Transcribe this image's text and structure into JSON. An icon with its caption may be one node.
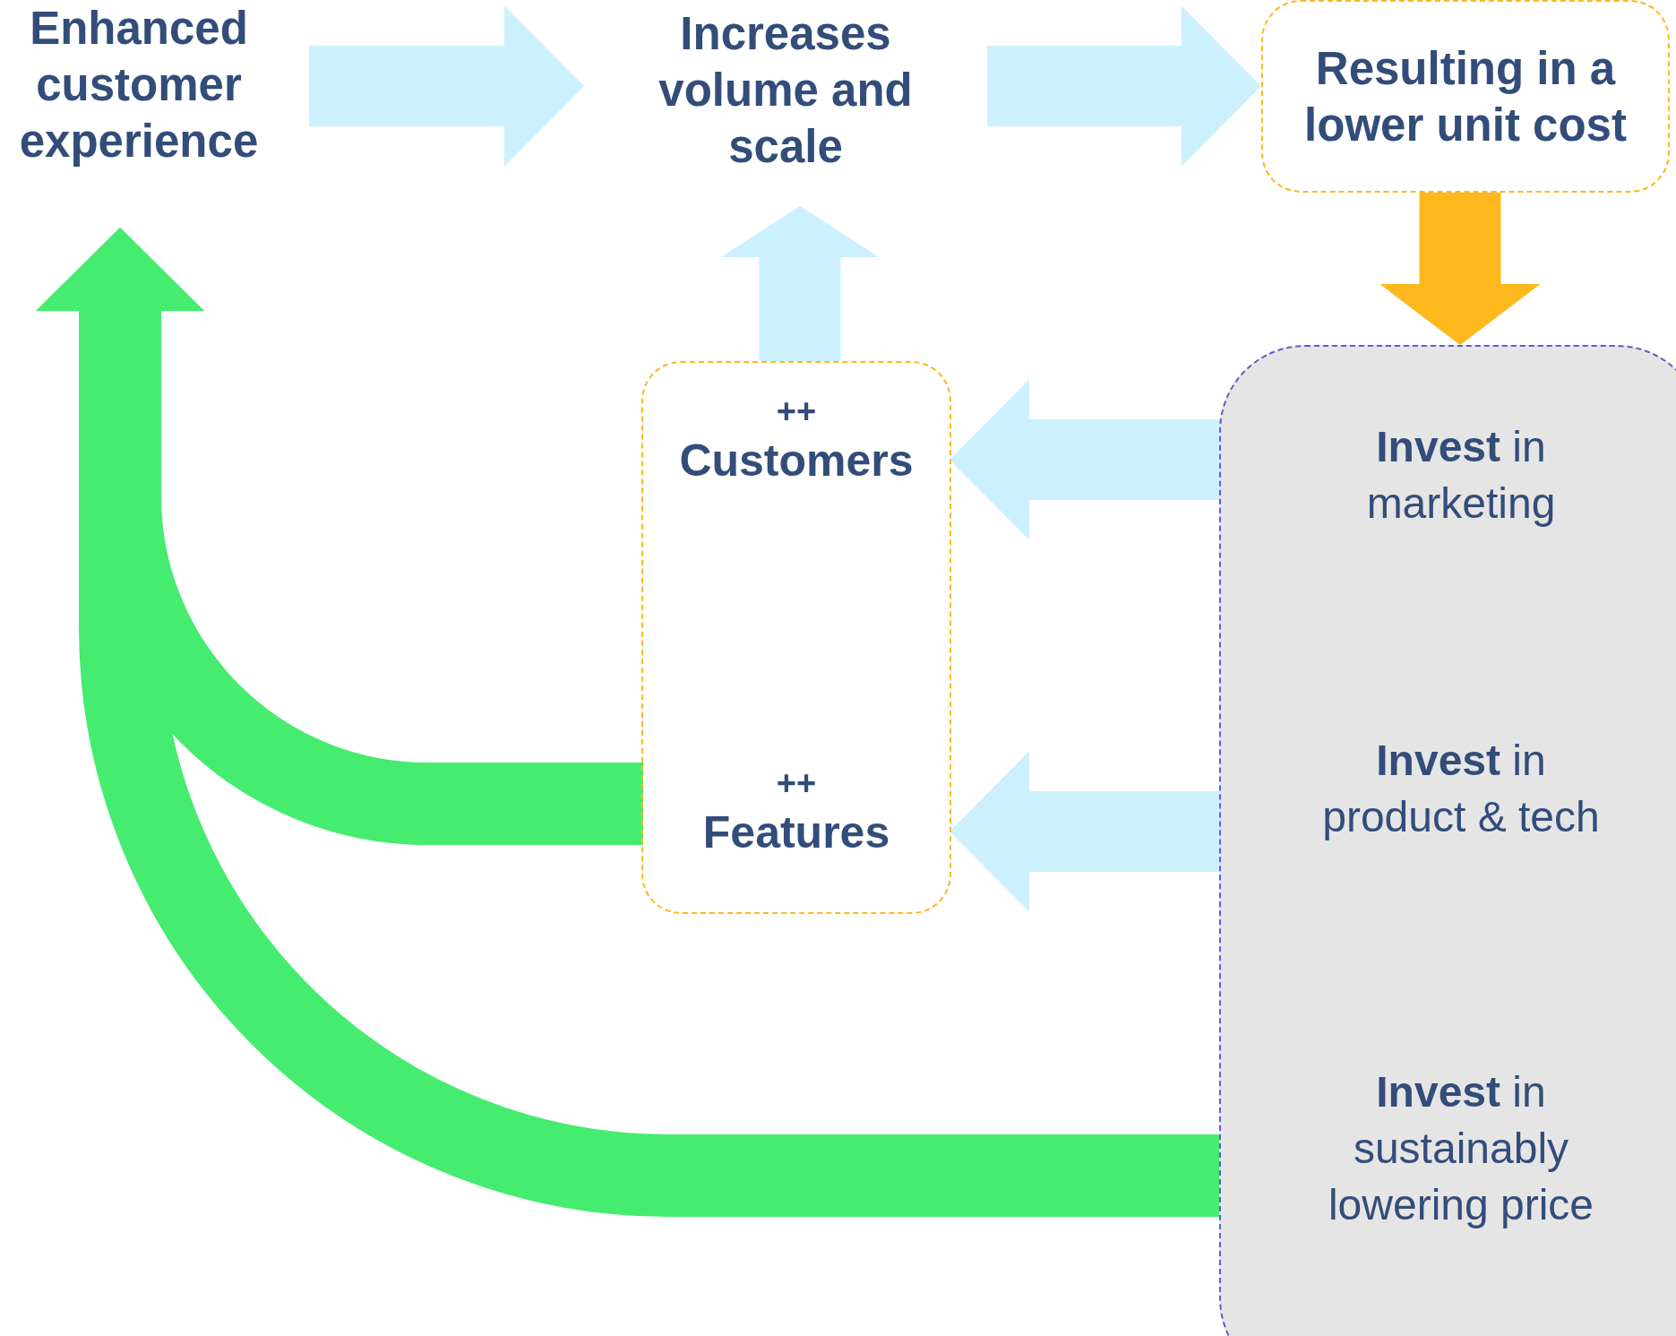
{
  "diagram": {
    "nodes": [
      {
        "text": [
          "Enhanced customer experience"
        ]
      },
      {
        "text": [
          "Increases volume and scale"
        ]
      },
      {
        "text": [
          "Resulting in a lower unit cost"
        ]
      },
      {
        "text": [],
        "shape": "box"
      },
      {
        "text": [
          "++",
          "Customers"
        ],
        "in": 3
      },
      {
        "text": [
          "++",
          "Features"
        ],
        "in": 3
      },
      {
        "text": [],
        "shape": "box"
      },
      {
        "text": [
          "**Invest** in marketing"
        ],
        "in": 6
      },
      {
        "text": [
          "**Invest** in product & tech"
        ],
        "in": 6
      },
      {
        "text": [
          "**Invest** in sustainably lowering price"
        ],
        "in": 6
      }
    ],
    "edges": [
      {
        "from": 0,
        "to": 1,
        "arrow": "to"
      },
      {
        "from": 1,
        "to": 2,
        "arrow": "to"
      },
      {
        "from": 2,
        "to": 6,
        "arrow": "to",
        "color": "#fdb81e"
      },
      {
        "from": 3,
        "to": 1,
        "arrow": "to"
      },
      {
        "from": 7,
        "to": 4,
        "arrow": "to"
      },
      {
        "from": 8,
        "to": 5,
        "arrow": "to"
      },
      {
        "from": 5,
        "to": 0,
        "arrow": "to",
        "color": "#45ec70"
      },
      {
        "from": 9,
        "to": 0,
        "arrow": "to",
        "color": "#45ec70"
      }
    ]
  }
}
